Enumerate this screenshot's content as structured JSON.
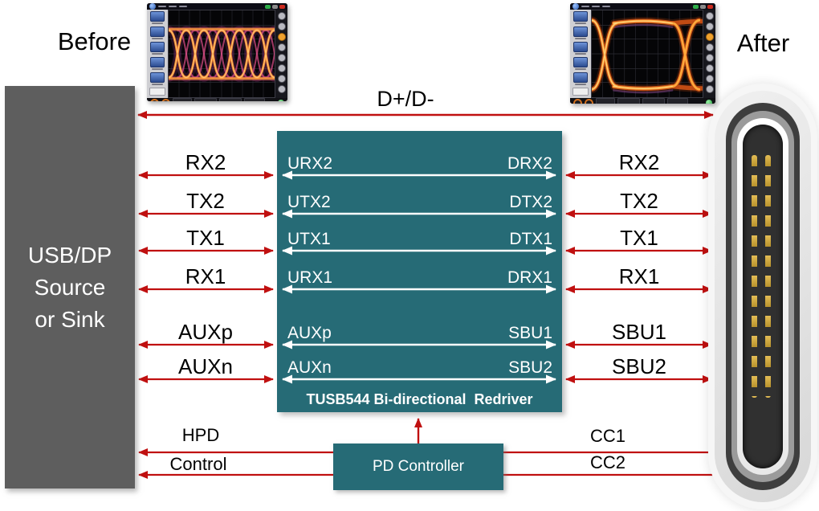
{
  "diagram": {
    "before_label": "Before",
    "after_label": "After",
    "bus_label": "D+/D-",
    "source_box_lines": [
      "USB/DP",
      "Source",
      "or Sink"
    ],
    "redriver_title": "TUSB544 Bi-directional  Redriver",
    "pd_controller_label": "PD Controller",
    "rows": [
      {
        "outer_left": "RX2",
        "port_left": "URX2",
        "port_right": "DRX2",
        "outer_right": "RX2"
      },
      {
        "outer_left": "TX2",
        "port_left": "UTX2",
        "port_right": "DTX2",
        "outer_right": "TX2"
      },
      {
        "outer_left": "TX1",
        "port_left": "UTX1",
        "port_right": "DTX1",
        "outer_right": "TX1"
      },
      {
        "outer_left": "RX1",
        "port_left": "URX1",
        "port_right": "DRX1",
        "outer_right": "RX1"
      },
      {
        "outer_left": "AUXp",
        "port_left": "AUXp",
        "port_right": "SBU1",
        "outer_right": "SBU1"
      },
      {
        "outer_left": "AUXn",
        "port_left": "AUXn",
        "port_right": "SBU2",
        "outer_right": "SBU2"
      }
    ],
    "bottom_left_labels": [
      "HPD",
      "Control"
    ],
    "bottom_right_labels": [
      "CC1",
      "CC2"
    ],
    "colors": {
      "arrow_red": "#c01010",
      "box_teal": "#266b76",
      "source_gray": "#5e5e5e",
      "port_text": "#ffffff",
      "label_text": "#000000"
    },
    "icons": {
      "before_scope": "closed-eye-diagram-scope-image",
      "after_scope": "open-eye-diagram-scope-image",
      "connector": "usb-type-c-receptacle-image"
    }
  }
}
